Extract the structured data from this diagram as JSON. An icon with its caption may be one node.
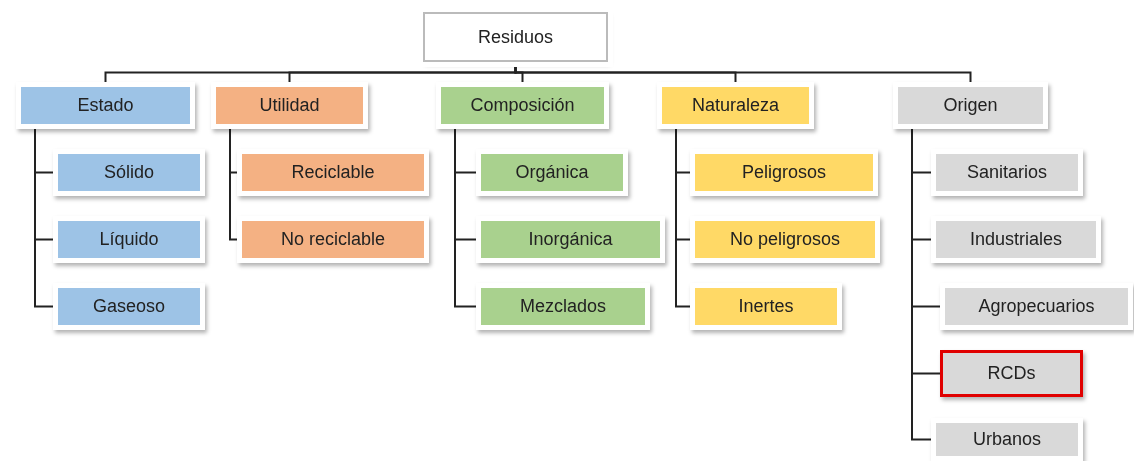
{
  "diagram": {
    "nodes": [
      {
        "text": [
          "Residuos"
        ]
      },
      {
        "text": [
          "Estado"
        ]
      },
      {
        "text": [
          "Sólido"
        ]
      },
      {
        "text": [
          "Líquido"
        ]
      },
      {
        "text": [
          "Gaseoso"
        ]
      },
      {
        "text": [
          "Utilidad"
        ]
      },
      {
        "text": [
          "Reciclable"
        ]
      },
      {
        "text": [
          "No reciclable"
        ]
      },
      {
        "text": [
          "Composición"
        ]
      },
      {
        "text": [
          "Orgánica"
        ]
      },
      {
        "text": [
          "Inorgánica"
        ]
      },
      {
        "text": [
          "Mezclados"
        ]
      },
      {
        "text": [
          "Naturaleza"
        ]
      },
      {
        "text": [
          "Peligrosos"
        ]
      },
      {
        "text": [
          "No peligrosos"
        ]
      },
      {
        "text": [
          "Inertes"
        ]
      },
      {
        "text": [
          "Origen"
        ]
      },
      {
        "text": [
          "Sanitarios"
        ]
      },
      {
        "text": [
          "Industriales"
        ]
      },
      {
        "text": [
          "Agropecuarios"
        ]
      },
      {
        "text": [
          "RCDs"
        ]
      },
      {
        "text": [
          "Urbanos"
        ]
      }
    ],
    "edges": [
      {
        "from": 0,
        "to": 1,
        "arrow": "none"
      },
      {
        "from": 0,
        "to": 5,
        "arrow": "none"
      },
      {
        "from": 0,
        "to": 8,
        "arrow": "none"
      },
      {
        "from": 0,
        "to": 12,
        "arrow": "none"
      },
      {
        "from": 0,
        "to": 16,
        "arrow": "none"
      },
      {
        "from": 1,
        "to": 2,
        "arrow": "none"
      },
      {
        "from": 1,
        "to": 3,
        "arrow": "none"
      },
      {
        "from": 1,
        "to": 4,
        "arrow": "none"
      },
      {
        "from": 5,
        "to": 6,
        "arrow": "none"
      },
      {
        "from": 5,
        "to": 7,
        "arrow": "none"
      },
      {
        "from": 8,
        "to": 9,
        "arrow": "none"
      },
      {
        "from": 8,
        "to": 10,
        "arrow": "none"
      },
      {
        "from": 8,
        "to": 11,
        "arrow": "none"
      },
      {
        "from": 12,
        "to": 13,
        "arrow": "none"
      },
      {
        "from": 12,
        "to": 14,
        "arrow": "none"
      },
      {
        "from": 12,
        "to": 15,
        "arrow": "none"
      },
      {
        "from": 16,
        "to": 17,
        "arrow": "none"
      },
      {
        "from": 16,
        "to": 18,
        "arrow": "none"
      },
      {
        "from": 16,
        "to": 19,
        "arrow": "none"
      },
      {
        "from": 16,
        "to": 20,
        "arrow": "none"
      },
      {
        "from": 16,
        "to": 21,
        "arrow": "none"
      }
    ]
  }
}
